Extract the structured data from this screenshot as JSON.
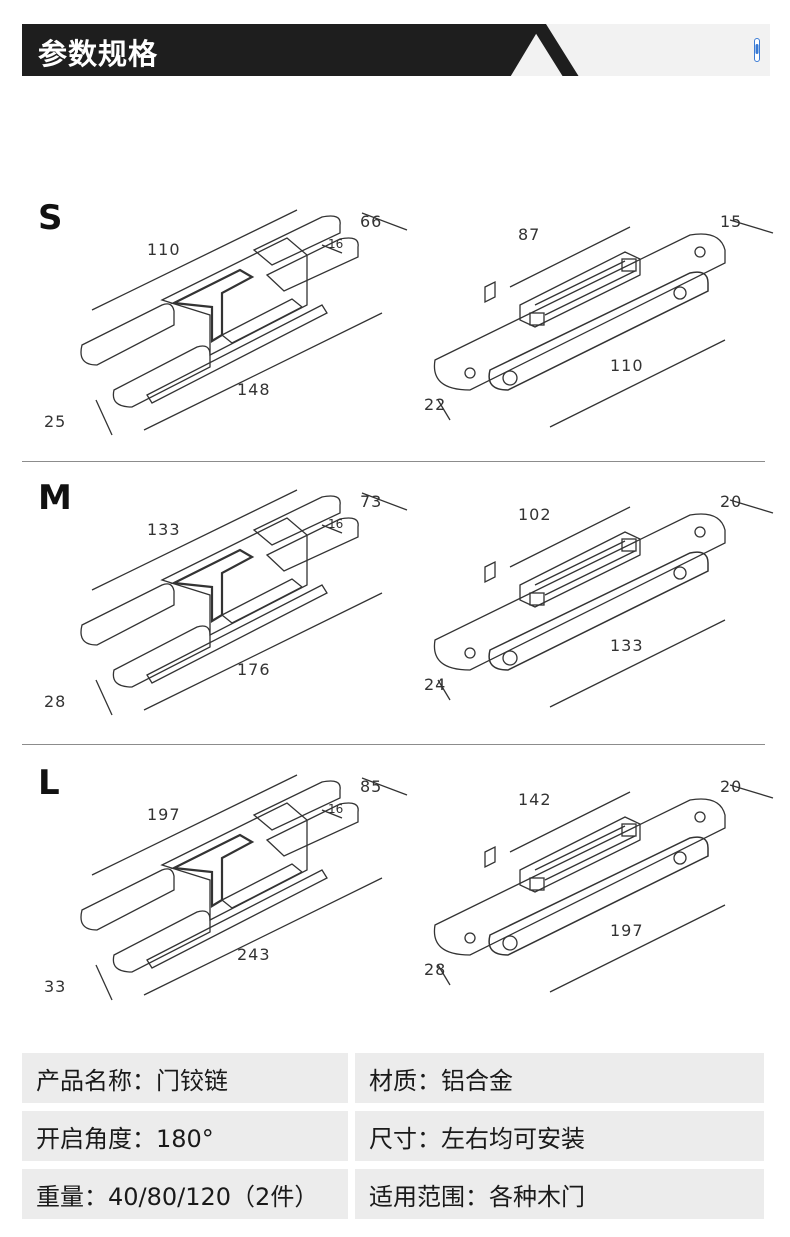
{
  "header": {
    "title": "参数规格"
  },
  "sizes": [
    {
      "letter": "S",
      "left": {
        "length": "110",
        "total": "148",
        "height": "66",
        "small": "16",
        "width": "25"
      },
      "right": {
        "top": "87",
        "bottom": "110",
        "height": "15",
        "width": "22"
      }
    },
    {
      "letter": "M",
      "left": {
        "length": "133",
        "total": "176",
        "height": "73",
        "small": "16",
        "width": "28"
      },
      "right": {
        "top": "102",
        "bottom": "133",
        "height": "20",
        "width": "24"
      }
    },
    {
      "letter": "L",
      "left": {
        "length": "197",
        "total": "243",
        "height": "85",
        "small": "16",
        "width": "33"
      },
      "right": {
        "top": "142",
        "bottom": "197",
        "height": "20",
        "width": "28"
      }
    }
  ],
  "specs": [
    [
      "产品名称：门铰链",
      "材质：铝合金"
    ],
    [
      "开启角度：180°",
      "尺寸：左右均可安装"
    ],
    [
      "重量：40/80/120（2件）",
      "适用范围：各种木门"
    ]
  ]
}
